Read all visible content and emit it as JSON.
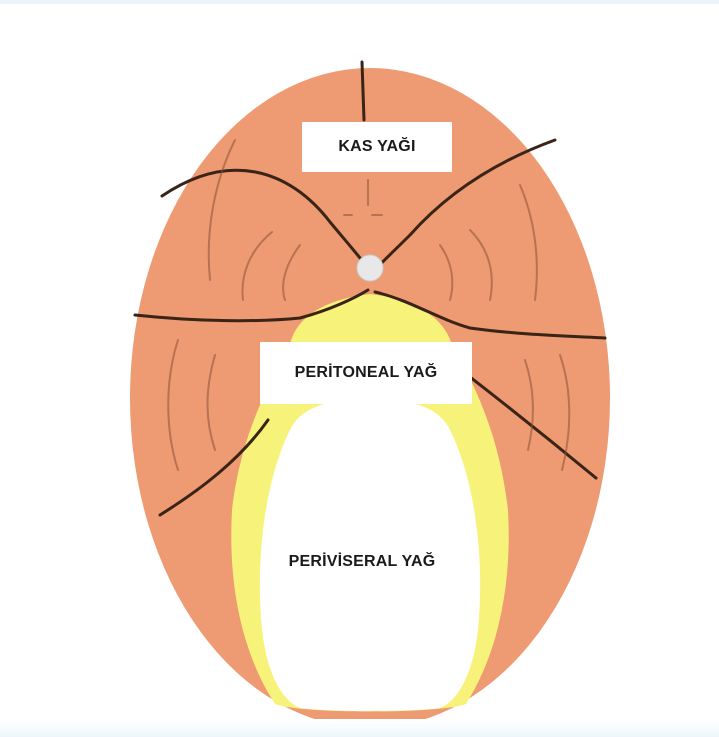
{
  "labels": {
    "muscle_fat": "KAS YAĞI",
    "peritoneal_fat": "PERİTONEAL YAĞ",
    "perivisceral_fat": "PERİVİSERAL YAĞ"
  },
  "colors": {
    "muscle": "#ee9a72",
    "peritoneal_fat": "#f7f37a",
    "perivisceral_fat": "#ffffff",
    "fascia_lines": "#3a2418",
    "spine_marker": "#e8e8e8"
  }
}
